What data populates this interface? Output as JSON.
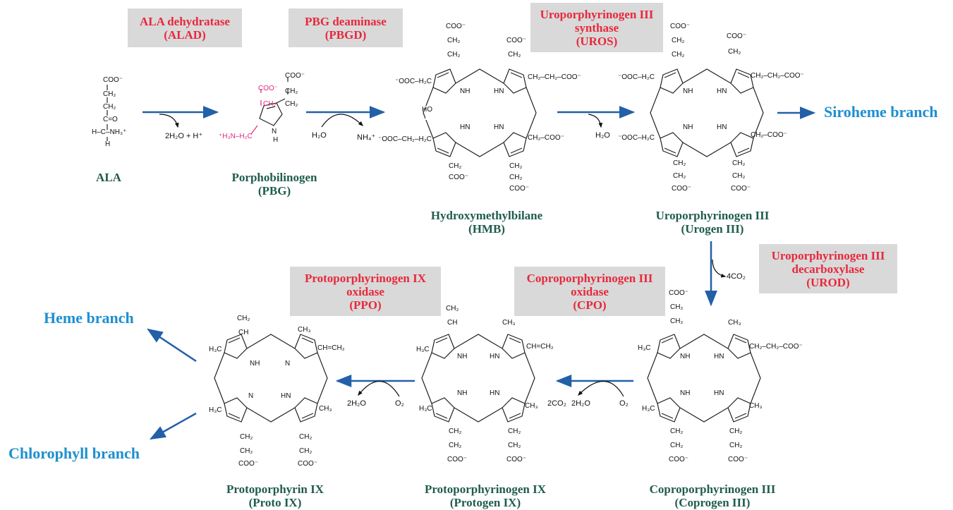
{
  "enzymes": [
    {
      "line1": "ALA dehydratase",
      "line2": "(ALAD)"
    },
    {
      "line1": "PBG deaminase",
      "line2": "(PBGD)"
    },
    {
      "line1": "Uroporphyrinogen III",
      "line2": "synthase",
      "line3": "(UROS)"
    },
    {
      "line1": "Uroporphyrinogen III",
      "line2": "decarboxylase",
      "line3": "(UROD)"
    },
    {
      "line1": "Coproporphyrinogen III",
      "line2": "oxidase",
      "line3": "(CPO)"
    },
    {
      "line1": "Protoporphyrinogen IX",
      "line2": "oxidase",
      "line3": "(PPO)"
    }
  ],
  "compounds": [
    {
      "name": "ALA",
      "abbr": ""
    },
    {
      "name": "Porphobilinogen",
      "abbr": "(PBG)"
    },
    {
      "name": "Hydroxymethylbilane",
      "abbr": "(HMB)"
    },
    {
      "name": "Uroporphyrinogen III",
      "abbr": "(Urogen III)"
    },
    {
      "name": "Coproporphyrinogen III",
      "abbr": "(Coprogen III)"
    },
    {
      "name": "Protoporphyrinogen IX",
      "abbr": "(Protogen IX)"
    },
    {
      "name": "Protoporphyrin IX",
      "abbr": "(Proto IX)"
    }
  ],
  "side_products": {
    "alad": "2H₂O + H⁺",
    "pbgd_in": "H₂O",
    "pbgd_out": "NH₄⁺",
    "uros_out": "H₂O",
    "urod_out": "4CO₂",
    "cpo_in": "O₂",
    "cpo_out1": "2CO₂",
    "cpo_out2": "2H₂O",
    "ppo_in": "O₂",
    "ppo_out": "2H₂O"
  },
  "branches": {
    "siroheme": "Siroheme branch",
    "heme": "Heme branch",
    "chlorophyll": "Chlorophyll branch"
  },
  "groups": {
    "coo": "COO⁻",
    "ch2": "CH₂",
    "ch3": "CH₃",
    "ch": "CH",
    "nh": "NH",
    "hn": "HN",
    "n": "N",
    "h": "H",
    "cdo": "C=O",
    "hcnh3": "H–C–NH₃⁺",
    "h3nch2": "⁺H₃N–H₂C",
    "ch2ch2coo": "CH₂–CH₂–COO⁻",
    "oocch2": "⁻OOC–H₂C",
    "oocch2ch2": "⁻OOC–CH₂–H₂C",
    "ch2coo": "CH₂–COO⁻",
    "ho": "HO",
    "chch2": "CH=CH₂",
    "h3c": "H₃C",
    "ch2dbl": "CH₂"
  },
  "colors": {
    "enzyme_text": "#e8283c",
    "enzyme_box": "#d9d9d9",
    "compound_name": "#1f5c4d",
    "branch_text": "#1e8fd0",
    "arrow": "#2260a8",
    "pbg_highlight": "#e0287a"
  }
}
